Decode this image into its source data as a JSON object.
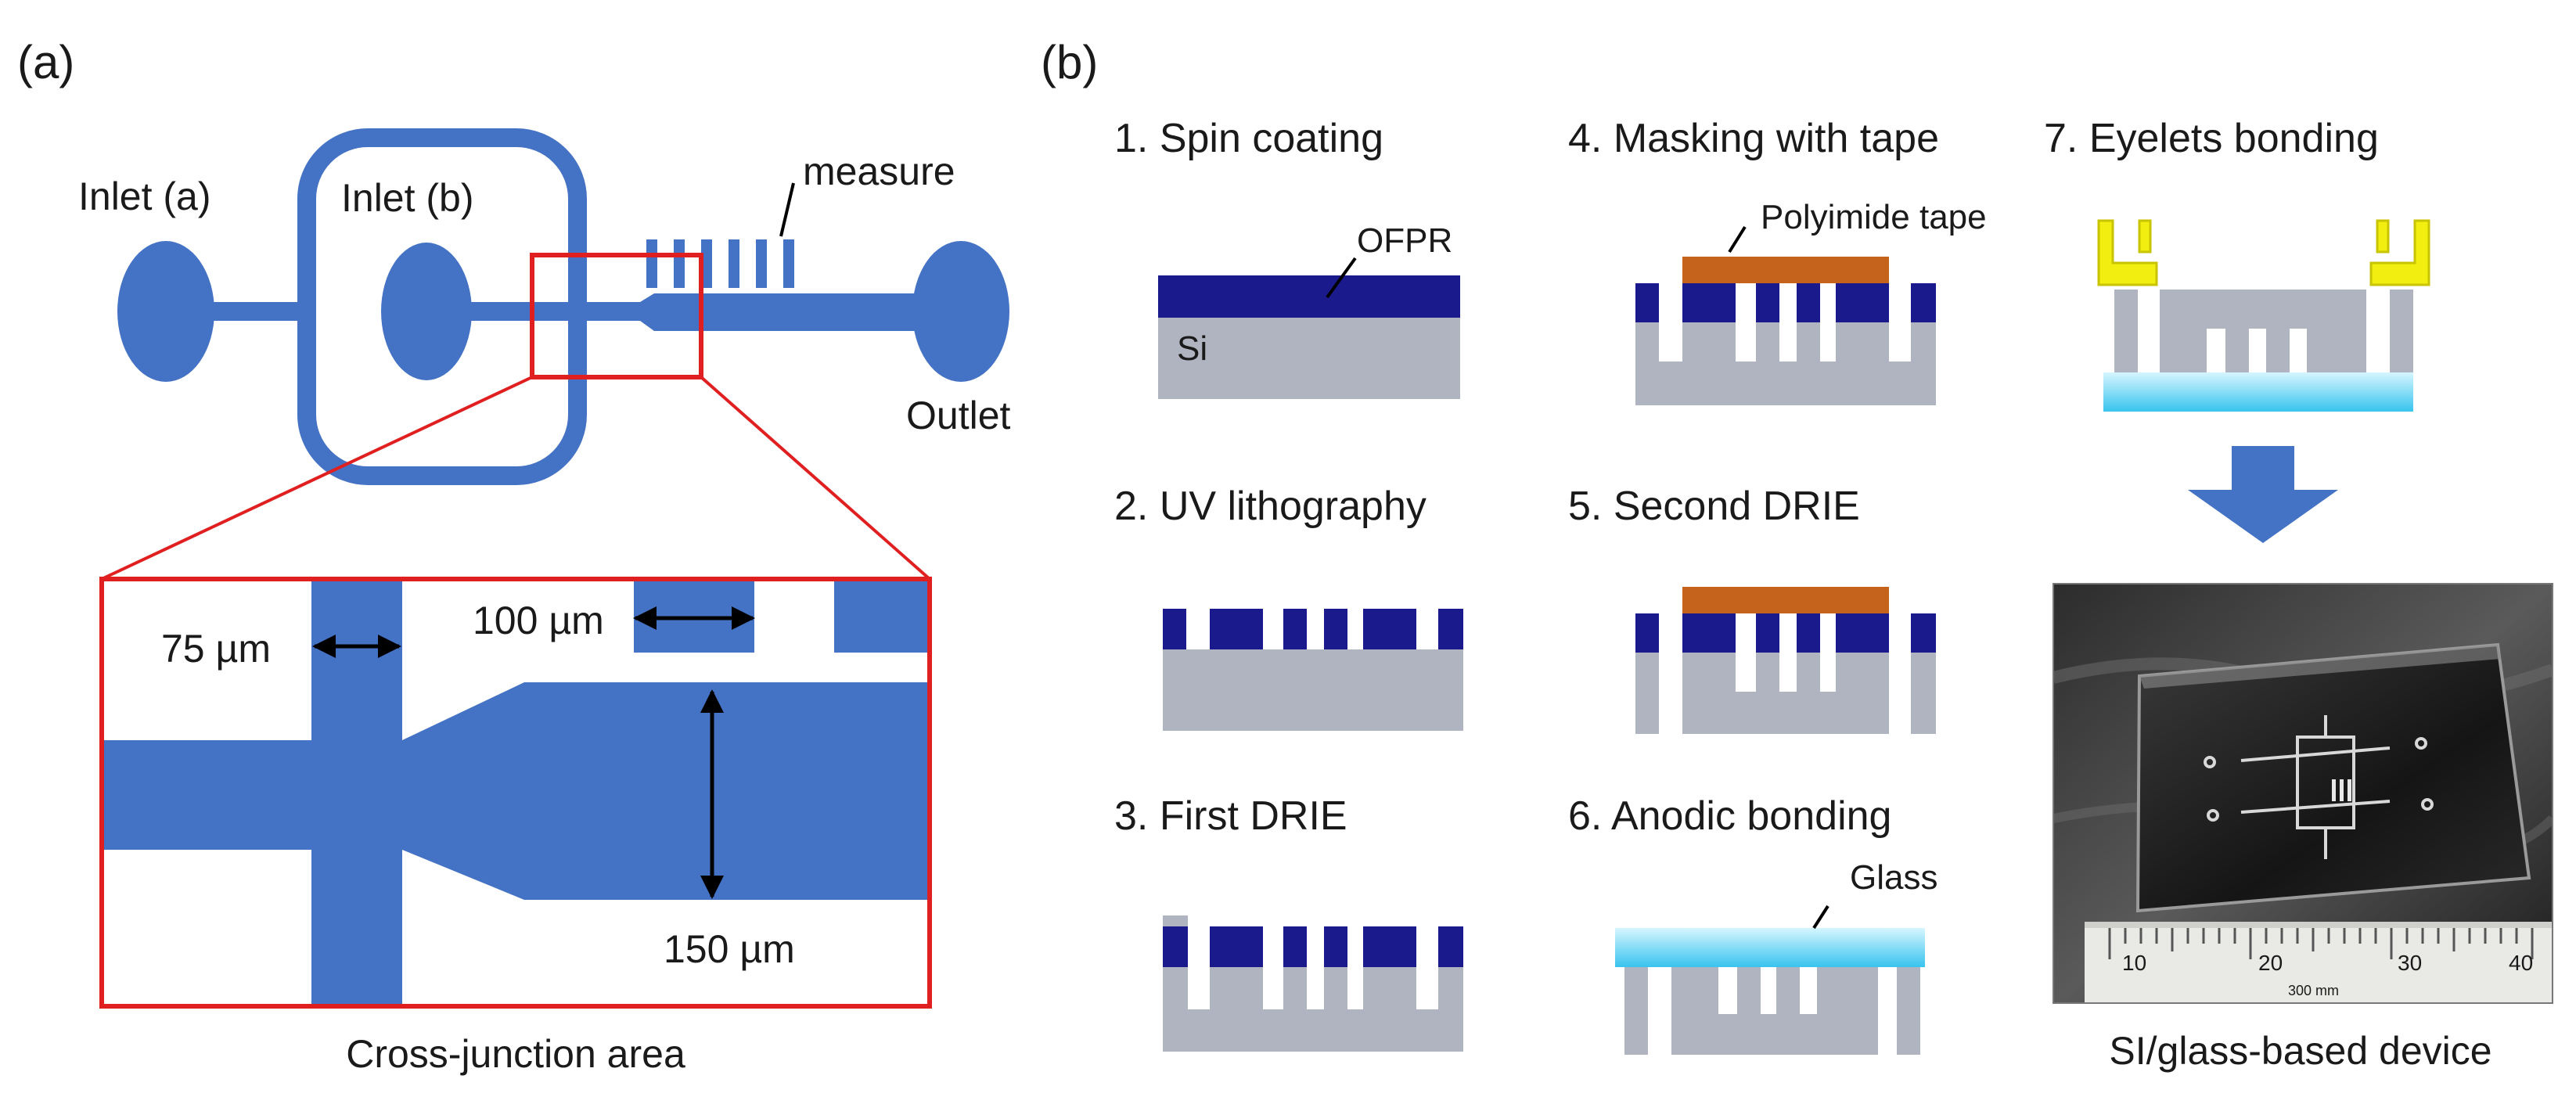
{
  "panel_a": {
    "label": "(a)",
    "inlet_a": "Inlet (a)",
    "inlet_b": "Inlet (b)",
    "measure": "measure",
    "outlet": "Outlet",
    "dim_75": "75 µm",
    "dim_100": "100 µm",
    "dim_150": "150 µm",
    "caption": "Cross-junction area"
  },
  "panel_b": {
    "label": "(b)",
    "steps": [
      "1. Spin coating",
      "2. UV lithography",
      "3. First DRIE",
      "4. Masking with tape",
      "5. Second DRIE",
      "6. Anodic bonding",
      "7. Eyelets bonding"
    ],
    "ofpr": "OFPR",
    "si": "Si",
    "polyimide": "Polyimide tape",
    "glass": "Glass",
    "photo_caption": "SI/glass-based device",
    "ruler_labels": [
      "10",
      "20",
      "30",
      "40"
    ],
    "ruler_unit": "300 mm"
  },
  "colors": {
    "channel": "#4472c4",
    "photoresist": "#1a1a8c",
    "silicon": "#b0b4c0",
    "tape": "#c5621c",
    "eyelet": "#f2ee10",
    "zoom": "#e02020"
  }
}
